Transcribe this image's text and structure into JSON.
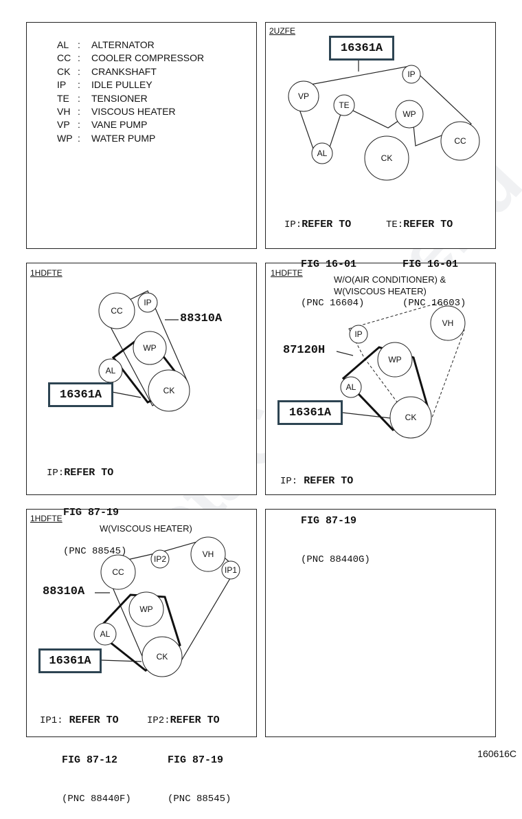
{
  "legend": [
    {
      "code": "AL",
      "name": "ALTERNATOR"
    },
    {
      "code": "CC",
      "name": "COOLER COMPRESSOR"
    },
    {
      "code": "CK",
      "name": "CRANKSHAFT"
    },
    {
      "code": "IP",
      "name": "IDLE PULLEY"
    },
    {
      "code": "TE",
      "name": "TENSIONER"
    },
    {
      "code": "VH",
      "name": "VISCOUS HEATER"
    },
    {
      "code": "VP",
      "name": "VANE PUMP"
    },
    {
      "code": "WP",
      "name": "WATER PUMP"
    }
  ],
  "legend_colon": ":",
  "pulleys": {
    "vp": "VP",
    "te": "TE",
    "ip": "IP",
    "wp": "WP",
    "cc": "CC",
    "al": "AL",
    "ck": "CK",
    "vh": "VH",
    "ip1": "IP1",
    "ip2": "IP2"
  },
  "common": {
    "refer_to": "REFER TO"
  },
  "panel_2uzfe": {
    "engine": "2UZFE",
    "part": "16361A",
    "ref_ip": {
      "prefix": "IP:",
      "fig": "FIG 16-01",
      "pnc": "(PNC 16604)"
    },
    "ref_te": {
      "prefix": "TE:",
      "fig": "FIG 16-01",
      "pnc": "(PNC 16603)"
    }
  },
  "panel_1hdfte_a": {
    "engine": "1HDFTE",
    "part_belt": "88310A",
    "part": "16361A",
    "ref_ip": {
      "prefix": "IP:",
      "fig": "FIG 87-19",
      "pnc": "(PNC 88545)"
    }
  },
  "panel_1hdfte_b": {
    "engine": "1HDFTE",
    "note_line1": "W/O(AIR CONDITIONER) &",
    "note_line2": "W(VISCOUS HEATER)",
    "part_belt": "87120H",
    "part": "16361A",
    "ref_ip": {
      "prefix": "IP:",
      "fig": "FIG 87-19",
      "pnc": "(PNC 88440G)"
    }
  },
  "panel_1hdfte_c": {
    "engine": "1HDFTE",
    "note_line1": "W(VISCOUS HEATER)",
    "part_belt": "88310A",
    "part": "16361A",
    "ref_ip1": {
      "prefix": "IP1:",
      "fig": "FIG 87-12",
      "pnc": "(PNC 88440F)"
    },
    "ref_ip2": {
      "prefix": "IP2:",
      "fig": "FIG 87-19",
      "pnc": "(PNC 88545)"
    }
  },
  "watermark": "ToyotaCarMine.ru",
  "figure_number": "160616C"
}
